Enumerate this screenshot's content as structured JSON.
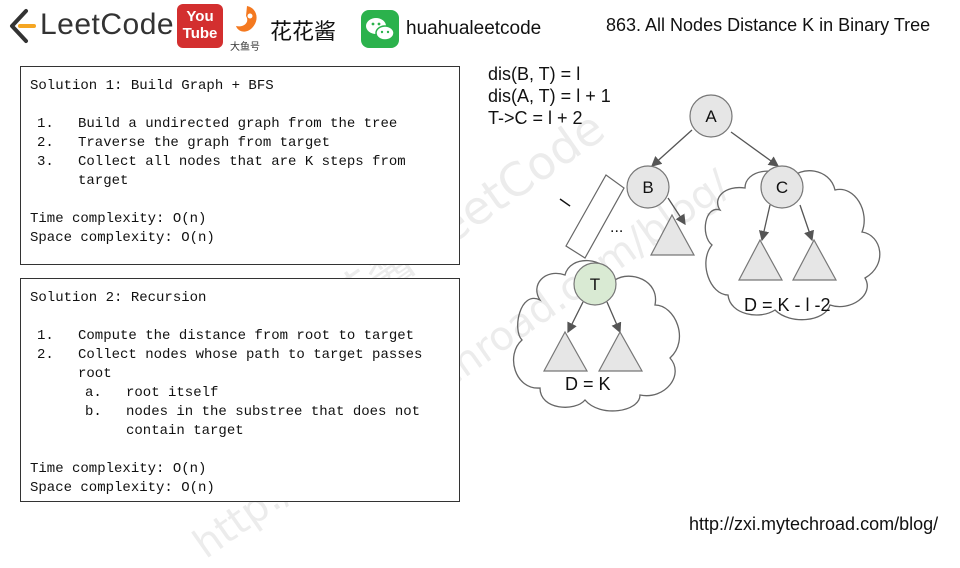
{
  "header": {
    "brand": "LeetCode",
    "youtube_top": "You",
    "youtube_bottom": "Tube",
    "douyu_caption": "大鱼号",
    "cn_name": "花花酱",
    "wechat_handle": "huahualeetcode",
    "problem_title": "863. All Nodes Distance K in Binary Tree"
  },
  "solution1": {
    "title": "Solution 1: Build Graph + BFS",
    "steps": [
      {
        "num": "1.",
        "text": "Build a undirected graph from the tree"
      },
      {
        "num": "2.",
        "text": "Traverse the graph from target"
      },
      {
        "num": "3.",
        "text": "Collect all nodes that are K steps from",
        "cont": "target"
      }
    ],
    "time": "Time complexity: O(n)",
    "space": "Space complexity: O(n)"
  },
  "solution2": {
    "title": "Solution 2: Recursion",
    "steps": [
      {
        "num": "1.",
        "text": "Compute the distance from root to target"
      },
      {
        "num": "2.",
        "text": "Collect nodes whose path to target passes",
        "cont": "root"
      }
    ],
    "substeps": [
      {
        "num": "a.",
        "text": "root itself"
      },
      {
        "num": "b.",
        "text": "nodes in the substree that does not",
        "cont": "contain target"
      }
    ],
    "time": "Time complexity: O(n)",
    "space": "Space complexity: O(n)"
  },
  "diagram": {
    "formulas": [
      "dis(B, T) = l",
      "dis(A, T) = l + 1",
      "T->C = l + 2"
    ],
    "nodes": {
      "a": "A",
      "b": "B",
      "c": "C",
      "t": "T"
    },
    "edge_label": "l",
    "ellipsis": "...",
    "t_region_label": "D = K",
    "c_region_label": "D = K - l -2",
    "colors": {
      "node_fill": "#e6e6e6",
      "target_fill": "#d9ead3",
      "stroke": "#666666"
    }
  },
  "watermark": [
    "花花酱 LeetCode",
    "http://zxi.mytechroad.com/blog/"
  ],
  "footer_url": "http://zxi.mytechroad.com/blog/"
}
